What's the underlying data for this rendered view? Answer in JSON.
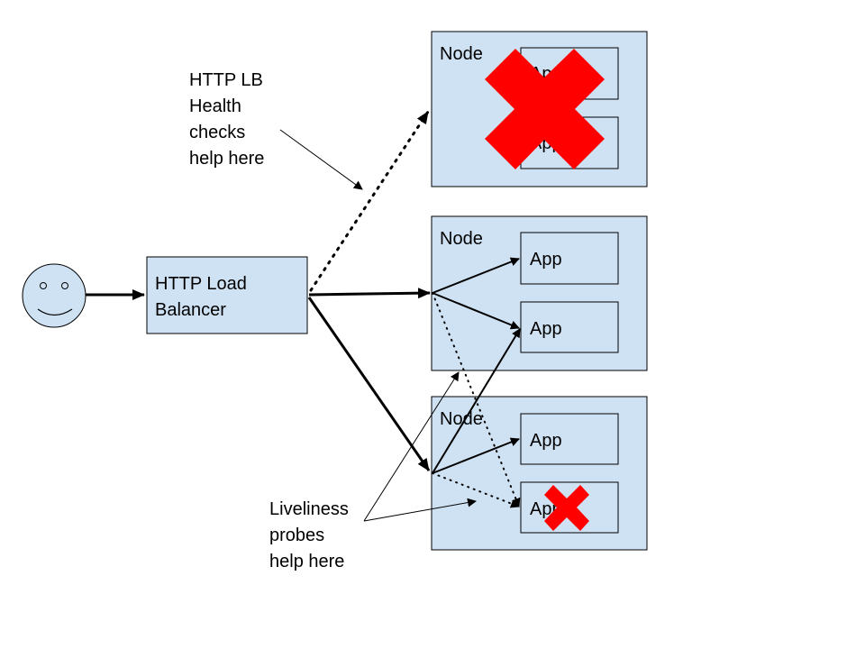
{
  "load_balancer": {
    "line1": "HTTP Load",
    "line2": "Balancer"
  },
  "nodes": [
    {
      "label": "Node",
      "status": "failed",
      "apps": [
        "App",
        "App"
      ]
    },
    {
      "label": "Node",
      "status": "healthy",
      "apps": [
        "App",
        "App"
      ]
    },
    {
      "label": "Node",
      "status": "healthy",
      "apps": [
        "App",
        "App"
      ],
      "failed_app_index": 1
    }
  ],
  "annotations": {
    "health_checks": [
      "HTTP LB",
      "Health",
      "checks",
      "help here"
    ],
    "liveliness": [
      "Liveliness",
      "probes",
      "help here"
    ]
  },
  "colors": {
    "box_fill": "#cfe2f3",
    "failure_mark": "#ff0000",
    "user_face": "#cfe2f3"
  },
  "icons": {
    "user": "smiley-face-icon",
    "failure": "red-x-icon"
  }
}
